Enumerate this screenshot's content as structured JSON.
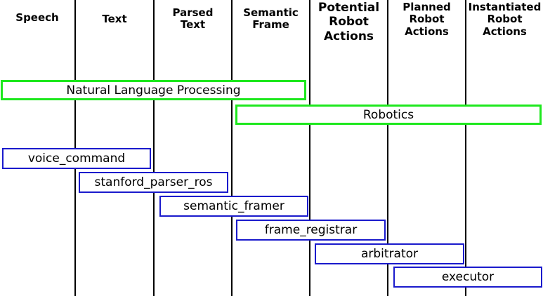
{
  "columns": [
    {
      "lines": [
        "Speech"
      ]
    },
    {
      "lines": [
        "Text"
      ]
    },
    {
      "lines": [
        "Parsed",
        "Text"
      ]
    },
    {
      "lines": [
        "Semantic",
        "Frame"
      ]
    },
    {
      "lines": [
        "Potential",
        "Robot",
        "Actions"
      ]
    },
    {
      "lines": [
        "Planned",
        "Robot",
        "Actions"
      ]
    },
    {
      "lines": [
        "Instantiated",
        "Robot",
        "Actions"
      ]
    }
  ],
  "domains": [
    {
      "label": "Natural Language Processing",
      "color": "#1ee81e"
    },
    {
      "label": "Robotics",
      "color": "#1ee81e"
    }
  ],
  "nodes": [
    {
      "label": "voice_command",
      "color": "#1a1acc"
    },
    {
      "label": "stanford_parser_ros",
      "color": "#1a1acc"
    },
    {
      "label": "semantic_framer",
      "color": "#1a1acc"
    },
    {
      "label": "frame_registrar",
      "color": "#1a1acc"
    },
    {
      "label": "arbitrator",
      "color": "#1a1acc"
    },
    {
      "label": "executor",
      "color": "#1a1acc"
    }
  ]
}
